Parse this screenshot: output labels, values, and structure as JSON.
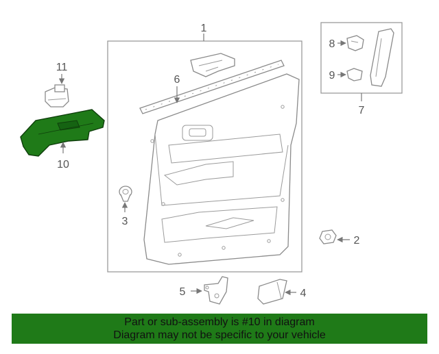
{
  "callouts": {
    "c1": "1",
    "c2": "2",
    "c3": "3",
    "c4": "4",
    "c5": "5",
    "c6": "6",
    "c7": "7",
    "c8": "8",
    "c9": "9",
    "c10": "10",
    "c11": "11"
  },
  "highlight_part": "10",
  "colors": {
    "highlight": "#1f7a18",
    "line": "#8a8a8a",
    "label": "#555555"
  },
  "banner": {
    "line1": "Part or sub-assembly is #10 in diagram",
    "line2": "Diagram may not be specific to your vehicle"
  }
}
